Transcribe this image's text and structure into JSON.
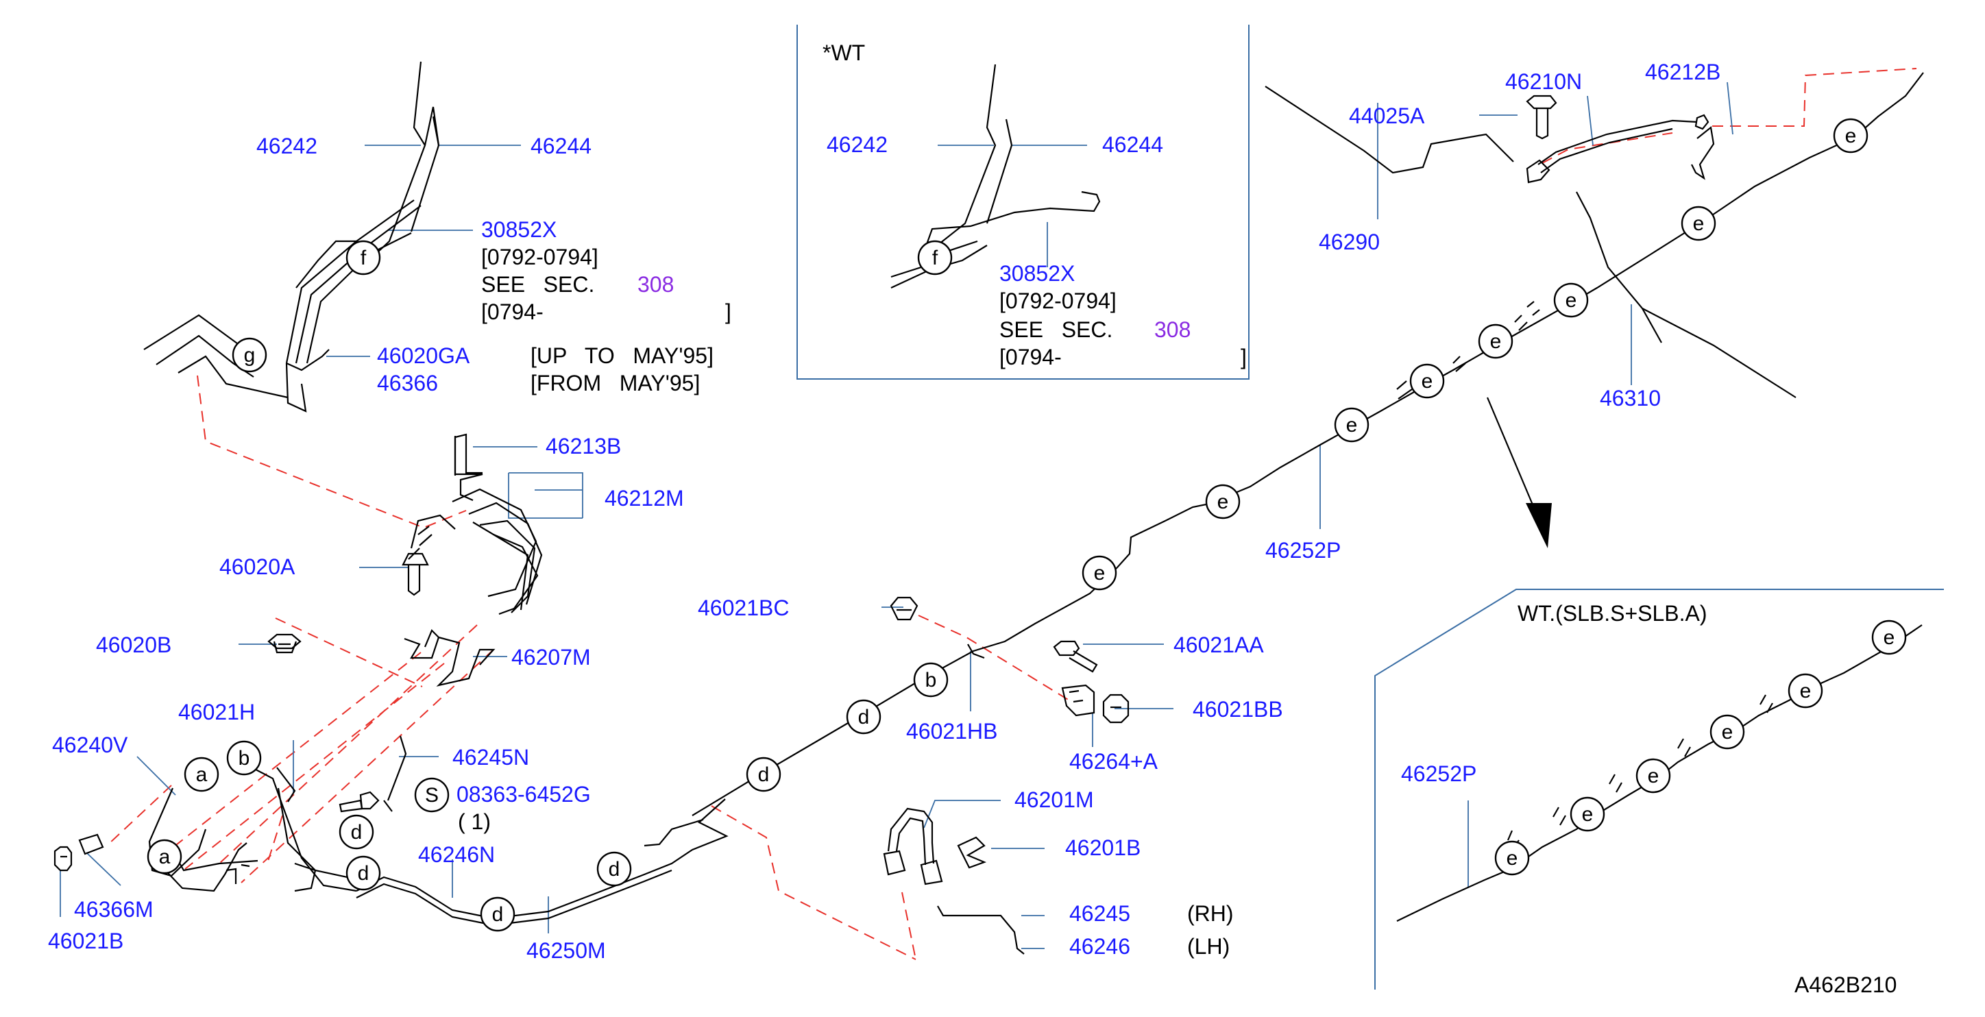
{
  "colors": {
    "part_number": "#1a1aff",
    "section_ref": "#8a2be2",
    "leader": "#3a6ea5",
    "dashed": "#e8302a",
    "text": "#000000",
    "panel_border": "#3a6ea5"
  },
  "callouts": {
    "a": "a",
    "b": "b",
    "d": "d",
    "e": "e",
    "f": "f",
    "g": "g",
    "s": "S"
  },
  "parts": {
    "p46242_main": "46242",
    "p46244_main": "46244",
    "p30852x_main": "30852X",
    "p46020ga": "46020GA",
    "p46366": "46366",
    "p46213b": "46213B",
    "p46212m": "46212M",
    "p46020a": "46020A",
    "p46020b": "46020B",
    "p46207m": "46207M",
    "p46021h": "46021H",
    "p46240v": "46240V",
    "p46245n": "46245N",
    "p08363": "08363-6452G",
    "p46366m": "46366M",
    "p46021b": "46021B",
    "p46246n": "46246N",
    "p46250m": "46250M",
    "p46021bc": "46021BC",
    "p46021hb": "46021HB",
    "p46021aa": "46021AA",
    "p46021bb": "46021BB",
    "p46264a": "46264+A",
    "p46201m": "46201M",
    "p46201b": "46201B",
    "p46245": "46245",
    "p46246": "46246",
    "p46252p_main": "46252P",
    "p44025a": "44025A",
    "p46210n": "46210N",
    "p46212b": "46212B",
    "p46290": "46290",
    "p46310": "46310",
    "p46242_wt": "46242",
    "p46244_wt": "46244",
    "p30852x_wt": "30852X",
    "p46252p_slb": "46252P"
  },
  "notes": {
    "range_a": "[0792-0794]",
    "see_sec": "SEE   SEC.",
    "sec_num": "308",
    "range_b_open": "[0794-",
    "range_b_close": "]",
    "up_to": "[UP   TO   MAY'95]",
    "from": "[FROM   MAY'95]",
    "qty": "( 1)",
    "rh": "(RH)",
    "lh": "(LH)",
    "wt_range_a": "[0792-0794]",
    "wt_see_sec": "SEE   SEC.",
    "wt_sec_num": "308",
    "wt_range_b_open": "[0794-",
    "wt_range_b_close": "]"
  },
  "panels": {
    "wt_title": "*WT",
    "slb_title": "WT.(SLB.S+SLB.A)"
  },
  "diagram_code": "A462B210"
}
